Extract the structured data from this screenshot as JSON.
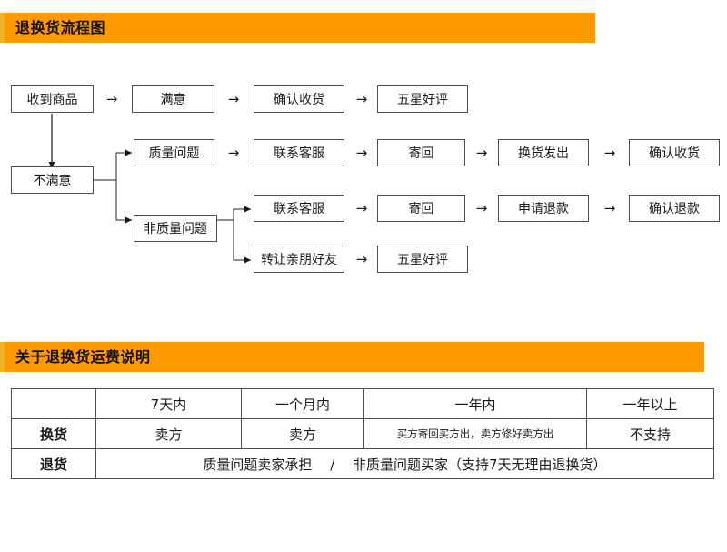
{
  "sections": {
    "flow_banner": {
      "title": "退换货流程图"
    },
    "fee_banner": {
      "title": "关于退换货运费说明"
    }
  },
  "flowchart": {
    "nodes": {
      "received": "收到商品",
      "satisfied": "满意",
      "confirm_receipt_1": "确认收货",
      "five_star_1": "五星好评",
      "unsatisfied": "不满意",
      "quality_issue": "质量问题",
      "contact_service_1": "联系客服",
      "send_back_1": "寄回",
      "exchange_sent": "换货发出",
      "confirm_receipt_2": "确认收货",
      "non_quality_issue": "非质量问题",
      "contact_service_2": "联系客服",
      "send_back_2": "寄回",
      "apply_refund": "申请退款",
      "confirm_refund": "确认退款",
      "transfer_friend": "转让亲朋好友",
      "five_star_2": "五星好评"
    },
    "arrow_glyph": "→"
  },
  "fee_table": {
    "columns": [
      "",
      "7天内",
      "一个月内",
      "一年内",
      "一年以上"
    ],
    "rows": [
      {
        "label": "换货",
        "cells": [
          "卖方",
          "卖方",
          "买方寄回买方出，卖方修好卖方出",
          "不支持"
        ]
      },
      {
        "label": "退货",
        "merged_cell": "质量问题卖家承担　 /　 非质量问题买家（支持7天无理由退换货）"
      }
    ]
  },
  "colors": {
    "banner_orange": "#FF9900",
    "banner_edge": "#F0B429",
    "border_gray": "#4d4d4d",
    "text": "#1a1a1a"
  }
}
